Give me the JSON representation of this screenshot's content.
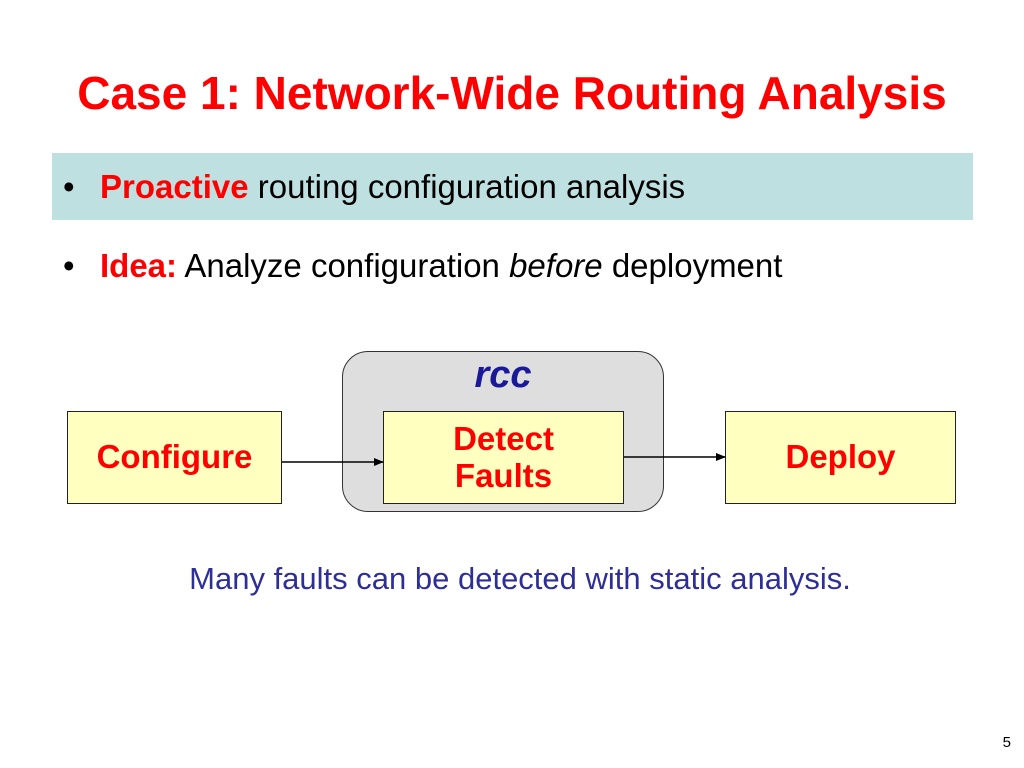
{
  "slide": {
    "title": "Case 1: Network-Wide Routing Analysis",
    "bullets": [
      {
        "marker": "•",
        "keyword": "Proactive",
        "text": " routing configuration analysis",
        "highlight_color": "#bfe0e0"
      },
      {
        "marker": "•",
        "keyword": "Idea:",
        "text_before": " Analyze configuration ",
        "emphasis": "before",
        "text_after": " deployment"
      }
    ]
  },
  "diagram": {
    "group_label": "rcc",
    "stages": {
      "configure": "Configure",
      "detect_line1": "Detect",
      "detect_line2": "Faults",
      "deploy": "Deploy"
    },
    "edges": [
      {
        "from": "Configure",
        "to": "Detect Faults"
      },
      {
        "from": "Detect Faults",
        "to": "Deploy"
      }
    ]
  },
  "caption": "Many faults can be detected with static analysis.",
  "page_number": "5",
  "colors": {
    "title": "#ff0000",
    "keyword": "#ff0000",
    "stage_fill": "#ffffc0",
    "group_fill": "#dedede",
    "group_label": "#1a1a99",
    "caption": "#2e2e99"
  }
}
